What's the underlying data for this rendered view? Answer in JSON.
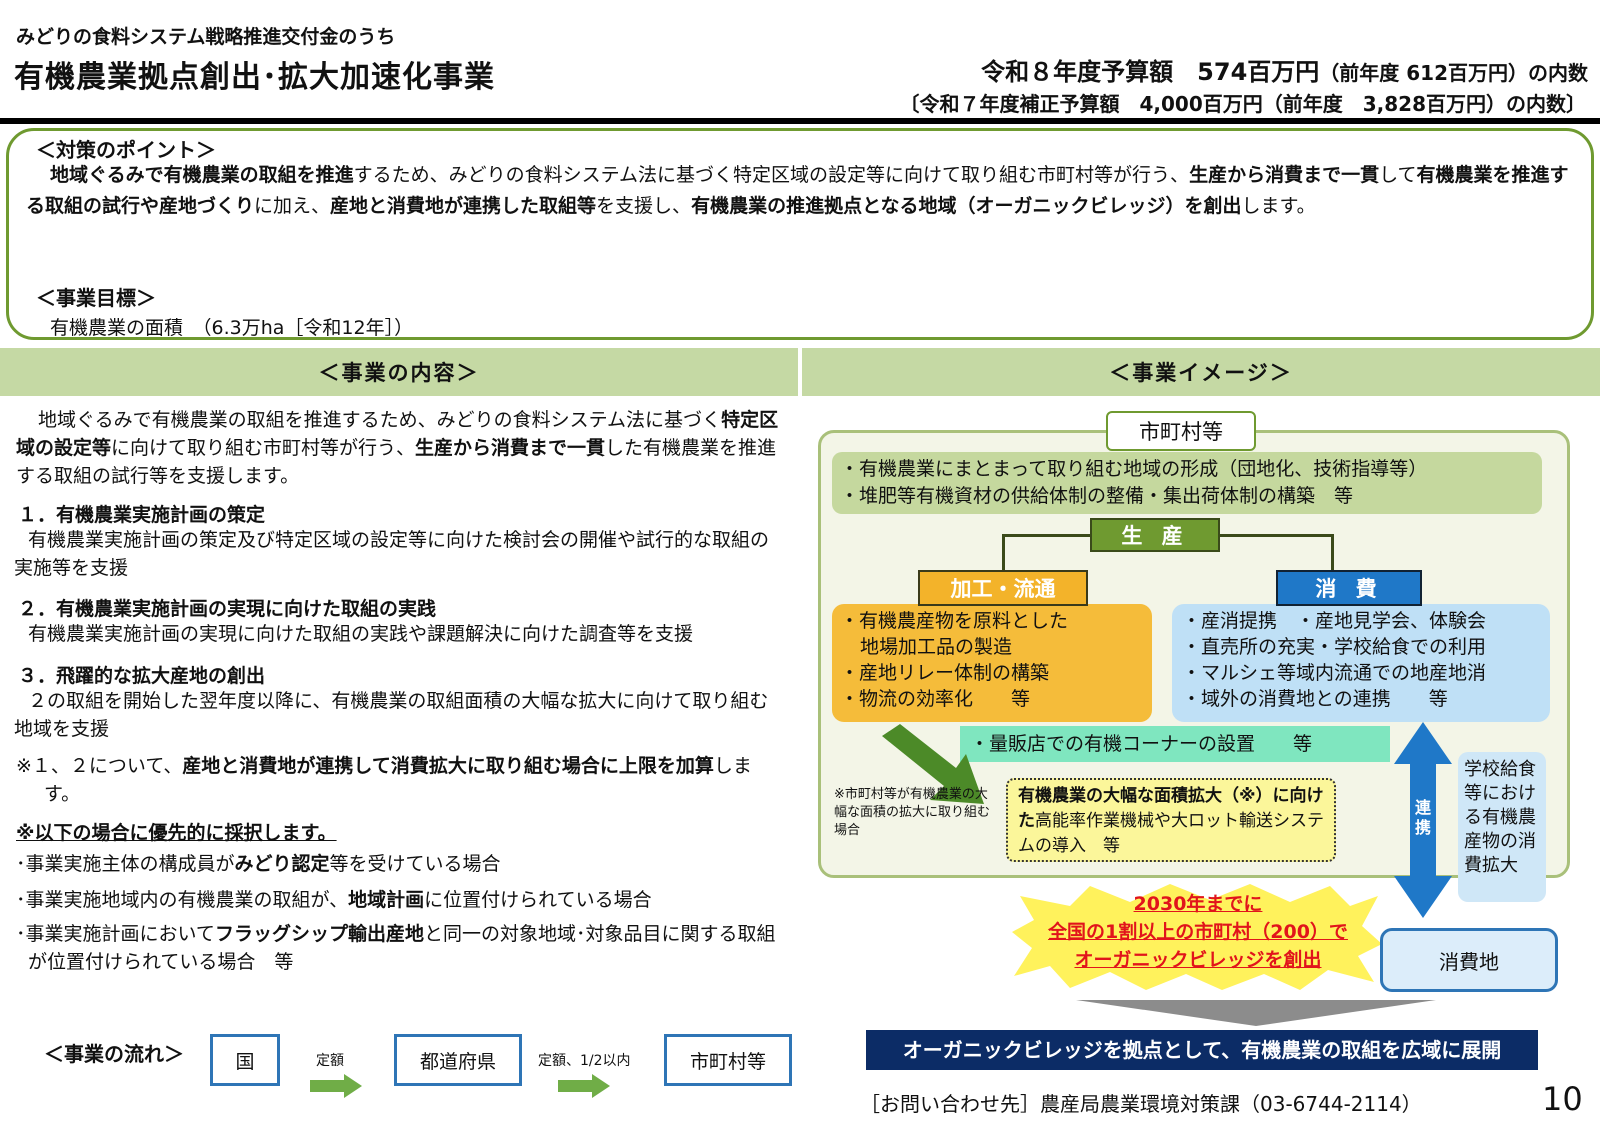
{
  "header": {
    "subtitle": "みどりの食料システム戦略推進交付金のうち",
    "title": "有機農業拠点創出･拡大加速化事業",
    "budget_main": "令和８年度予算額　574百万円",
    "budget_main_prev": "（前年度 612百万円）の内数",
    "budget_supplementary": "〔令和７年度補正予算額　4,000百万円（前年度　3,828百万円）の内数〕"
  },
  "points": {
    "heading": "＜対策のポイント＞",
    "text_parts": [
      {
        "t": "地域ぐるみで有機農業の取組を推進",
        "b": true
      },
      {
        "t": "するため、みどりの食料システム法に基づく特定区域の設定等に向けて取り組む市町村等が行う、",
        "b": false
      },
      {
        "t": "生産から消費まで一貫",
        "b": true
      },
      {
        "t": "して",
        "b": false
      },
      {
        "t": "有機農業を推進する取組の試行や産地づくり",
        "b": true
      },
      {
        "t": "に加え、",
        "b": false
      },
      {
        "t": "産地と消費地が連携した取組等",
        "b": true
      },
      {
        "t": "を支援し、",
        "b": false
      },
      {
        "t": "有機農業の推進拠点となる地域（オーガニックビレッジ）を創出",
        "b": true
      },
      {
        "t": "します。",
        "b": false
      }
    ],
    "goal_heading": "＜事業目標＞",
    "goal_text": "有機農業の面積　（6.3万ha［令和12年］）"
  },
  "content": {
    "header": "＜事業の内容＞",
    "intro_parts": [
      {
        "t": "地域ぐるみで有機農業の取組を推進するため、みどりの食料システム法に基づく",
        "b": false
      },
      {
        "t": "特定区域の設定等",
        "b": true
      },
      {
        "t": "に向けて取り組む市町村等が行う、",
        "b": false
      },
      {
        "t": "生産から消費まで一貫",
        "b": true
      },
      {
        "t": "した有機農業を推進する取組の試行等を支援します。",
        "b": false
      }
    ],
    "item1_title": "１．有機農業実施計画の策定",
    "item1_body": "有機農業実施計画の策定及び特定区域の設定等に向けた検討会の開催や試行的な取組の実施等を支援",
    "item2_title": "２．有機農業実施計画の実現に向けた取組の実践",
    "item2_body": "有機農業実施計画の実現に向けた取組の実践や課題解決に向けた調査等を支援",
    "item3_title": "３．飛躍的な拡大産地の創出",
    "item3_body": "２の取組を開始した翌年度以降に、有機農業の取組面積の大幅な拡大に向けて取り組む地域を支援",
    "note_parts": [
      {
        "t": "※１、２について、",
        "b": false
      },
      {
        "t": "産地と消費地が連携して消費拡大に取り組む場合に上限を加算",
        "b": true
      },
      {
        "t": "します。",
        "b": false
      }
    ],
    "priority_heading": "※以下の場合に優先的に採択します。",
    "prio1_parts": [
      {
        "t": "･事業実施主体の構成員が",
        "b": false
      },
      {
        "t": "みどり認定",
        "b": true
      },
      {
        "t": "等を受けている場合",
        "b": false
      }
    ],
    "prio2_parts": [
      {
        "t": "･事業実施地域内の有機農業の取組が、",
        "b": false
      },
      {
        "t": "地域計画",
        "b": true
      },
      {
        "t": "に位置付けられている場合",
        "b": false
      }
    ],
    "prio3_parts": [
      {
        "t": "･事業実施計画において",
        "b": false
      },
      {
        "t": "フラッグシップ輸出産地",
        "b": true
      },
      {
        "t": "と同一の対象地域･対象品目に関する取組が位置付けられている場合　等",
        "b": false
      }
    ]
  },
  "flow": {
    "label": "＜事業の流れ＞",
    "box1": "国",
    "arrow1_label": "定額",
    "box2": "都道府県",
    "arrow2_label": "定額、1/2以内",
    "box3": "市町村等",
    "arrow_color": "#70ad47"
  },
  "image": {
    "header": "＜事業イメージ＞",
    "municipal_label": "市町村等",
    "municipal_bullets": [
      "・有機農業にまとまって取り組む地域の形成（団地化、技術指導等）",
      "・堆肥等有機資材の供給体制の整備・集出荷体制の構築　等"
    ],
    "production_label": "生 産",
    "processing_label": "加工・流通",
    "consumption_label": "消 費",
    "processing_items": [
      "・有機農産物を原料とした",
      "地場加工品の製造",
      "・産地リレー体制の構築",
      "・物流の効率化　　等"
    ],
    "consumption_items": [
      "・産消提携　・産地見学会、体験会",
      "・直売所の充実・学校給食での利用",
      "・マルシェ等域内流通での地産地消",
      "・域外の消費地との連携　　等"
    ],
    "mass_retail": "・量販店での有機コーナーの設置　　等",
    "municipal_note": "※市町村等が有機農業の大幅な面積の拡大に取り組む場合",
    "expansion_bold": "有機農業の大幅な面積拡大（※）に向けた",
    "expansion_rest": "高能率作業機械や大ロット輸送システムの導入　等",
    "link_label": "連携",
    "school_text": "学校給食等における有機農産物の消費拡大",
    "village_goal_lines": [
      "2030年までに",
      "全国の1割以上の市町村（200）で",
      "オーガニックビレッジを創出"
    ],
    "consumption_area": "消費地",
    "expand_banner": "オーガニックビレッジを拠点として、有機農業の取組を広域に展開",
    "colors": {
      "frame": "#a9c07a",
      "production": "#6f9a30",
      "processing": "#f3b32a",
      "consumption": "#1f78c8",
      "mass_retail": "#7fe6bf",
      "expansion": "#fbf69a",
      "link_arrow": "#1f78c8",
      "banner": "#0c2c66",
      "goal_text": "#e1141b"
    }
  },
  "footer": {
    "contact": "［お問い合わせ先］農産局農業環境対策課（03-6744-2114）",
    "page_number": "10"
  }
}
